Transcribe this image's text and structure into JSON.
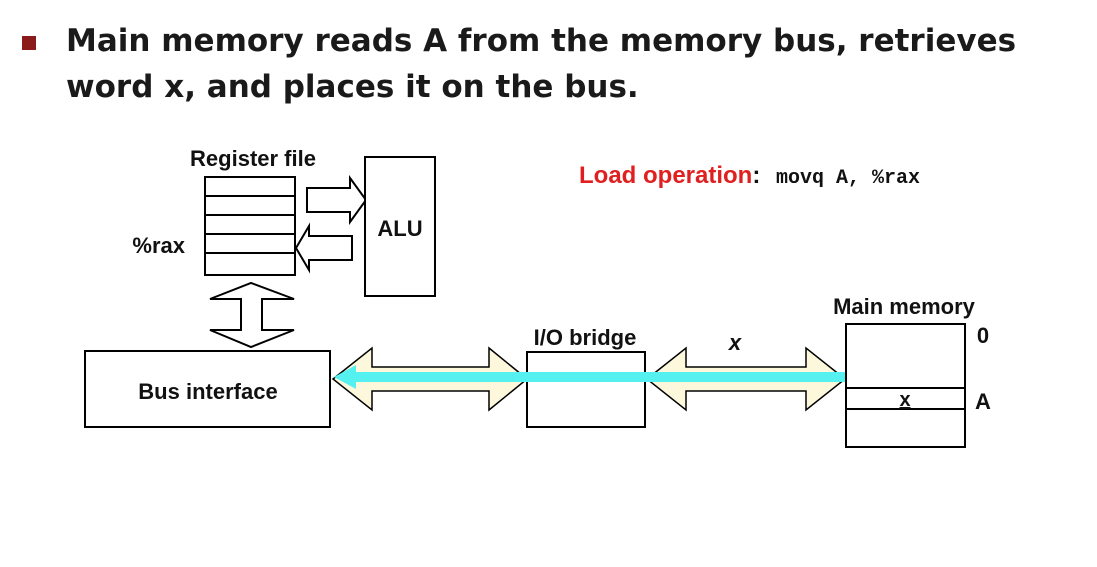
{
  "title": "Main memory reads A from the memory bus, retrieves word x, and places it on the bus.",
  "diagram": {
    "register_file_label": "Register file",
    "rax_label": "%rax",
    "alu_label": "ALU",
    "load_op_label": "Load operation",
    "load_op_colon": ":",
    "load_op_code": "movq A, %rax",
    "main_memory_label": "Main memory",
    "io_bridge_label": "I/O bridge",
    "bus_interface_label": "Bus interface",
    "bus_value_label": "x",
    "memory_word_value": "x",
    "address_zero_label": "0",
    "address_a_label": "A"
  },
  "colors": {
    "bullet": "#8b1a1a",
    "load_op_label": "#e02020",
    "bus_arrow_fill": "#fdf7dc",
    "data_flow_arrow": "#55f0f0"
  }
}
